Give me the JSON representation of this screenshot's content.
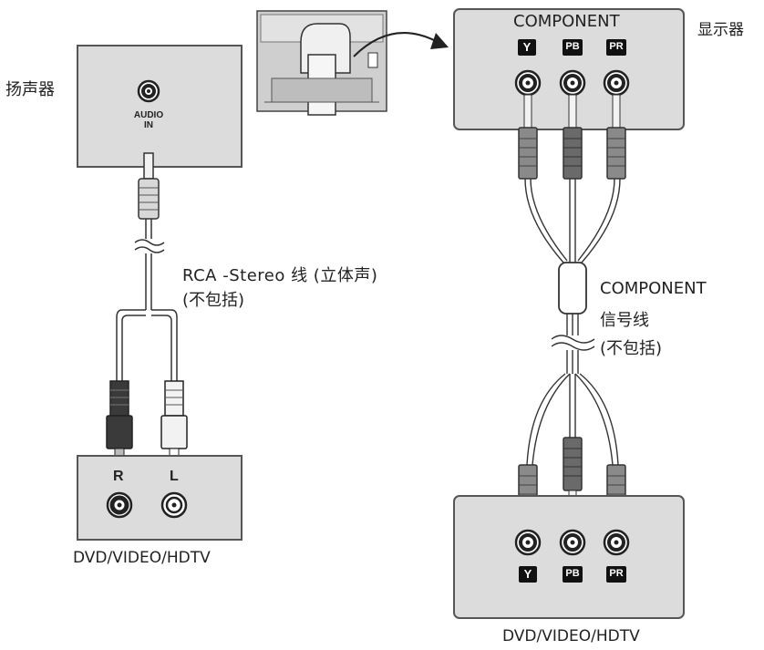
{
  "labels": {
    "speaker": "扬声器",
    "monitor": "显示器",
    "component_title": "COMPONENT",
    "audio_in_line1": "AUDIO",
    "audio_in_line2": "IN",
    "rca_cable_line1": "RCA -Stereo 线 (立体声)",
    "rca_cable_line2": "(不包括)",
    "component_cable_line1": "COMPONENT",
    "component_cable_line2": "信号线",
    "component_cable_line3": "(不包括)",
    "dvd_left": "DVD/VIDEO/HDTV",
    "dvd_right": "DVD/VIDEO/HDTV",
    "port_r": "R",
    "port_l": "L",
    "port_y": "Y",
    "port_pb": "PB",
    "port_pr": "PR"
  },
  "colors": {
    "panel_fill": "#dcdcdc",
    "panel_stroke": "#555555",
    "plug_dark": "#3a3a3a",
    "plug_mid": "#8a8a8a",
    "plug_light": "#efefef",
    "cable": "#9a9a9a",
    "line_dark": "#222222"
  }
}
